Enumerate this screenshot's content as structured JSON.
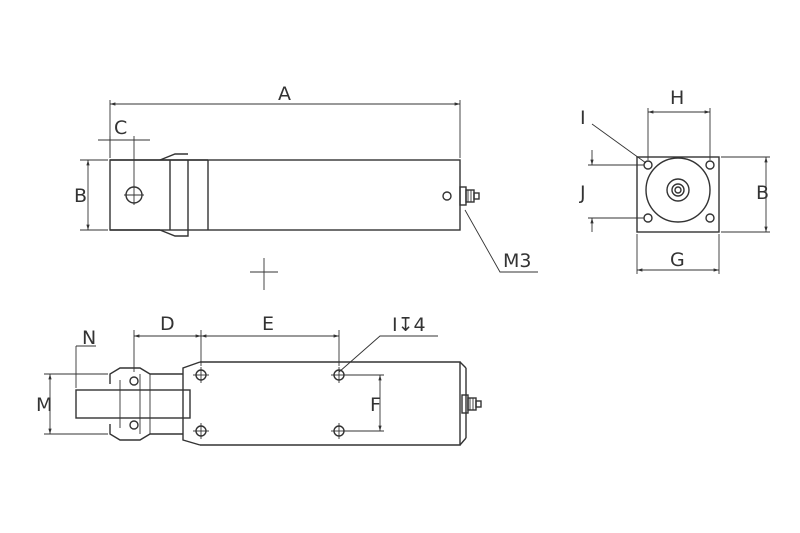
{
  "labels": {
    "A": "A",
    "B_side": "B",
    "C": "C",
    "H": "H",
    "I": "I",
    "J": "J",
    "B_end": "B",
    "G": "G",
    "M3": "M3",
    "D": "D",
    "E": "E",
    "I4": "I↧4",
    "N": "N",
    "M": "M",
    "F": "F"
  }
}
